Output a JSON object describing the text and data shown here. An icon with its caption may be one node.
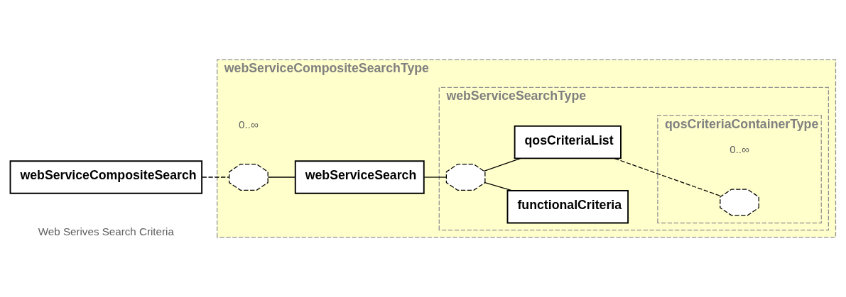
{
  "diagram": {
    "nodes": [
      {
        "text": [
          "webServiceCompositeSearch"
        ],
        "beside": [
          "Web Serives Search Criteria"
        ]
      },
      {
        "text": [
          "webServiceCompositeSearchType"
        ]
      },
      {
        "text": [],
        "shape": "octagon",
        "in": 1,
        "beside": [
          "0..∞"
        ]
      },
      {
        "text": [
          "webServiceSearch"
        ],
        "in": 1
      },
      {
        "text": [
          "webServiceSearchType"
        ],
        "in": 1
      },
      {
        "text": [],
        "shape": "octagon",
        "in": 4
      },
      {
        "text": [
          "functionalCriteria"
        ],
        "in": 4
      },
      {
        "text": [
          "qosCriteriaList"
        ],
        "in": 4
      },
      {
        "text": [
          "qosCriteriaContainerType"
        ],
        "in": 4
      },
      {
        "text": [],
        "shape": "octagon",
        "in": 8,
        "beside": [
          "0..∞"
        ]
      }
    ],
    "edges": [
      {
        "from": 0,
        "to": 2,
        "arrow": "none",
        "style": "dashed"
      },
      {
        "from": 2,
        "to": 3,
        "arrow": "none"
      },
      {
        "from": 3,
        "to": 5,
        "arrow": "none"
      },
      {
        "from": 5,
        "to": 6,
        "arrow": "none"
      },
      {
        "from": 5,
        "to": 7,
        "arrow": "none"
      },
      {
        "from": 7,
        "to": 9,
        "arrow": "none",
        "style": "dashed"
      }
    ]
  }
}
